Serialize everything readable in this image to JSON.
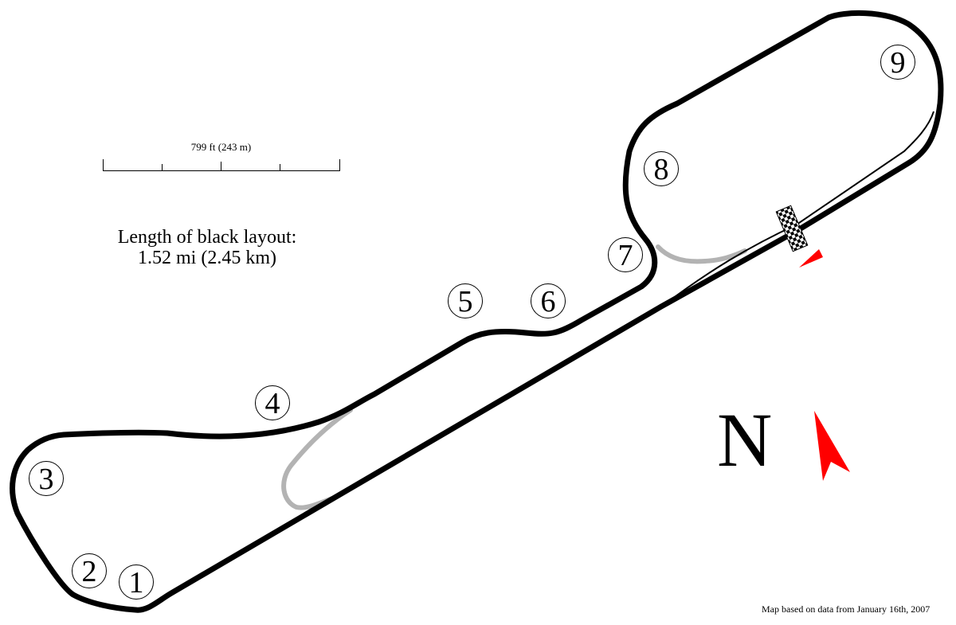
{
  "scale": {
    "label": "799 ft (243 m)"
  },
  "length": {
    "line1": "Length of black layout:",
    "line2": "1.52 mi (2.45 km)"
  },
  "compass": {
    "letter": "N",
    "arrow_color": "#ff0000"
  },
  "credit": "Map based on data from January 16th, 2007",
  "turns": [
    "1",
    "2",
    "3",
    "4",
    "5",
    "6",
    "7",
    "8",
    "9"
  ],
  "colors": {
    "track": "#000000",
    "alt_track": "#b3b3b3",
    "direction_marker": "#ff0000"
  }
}
